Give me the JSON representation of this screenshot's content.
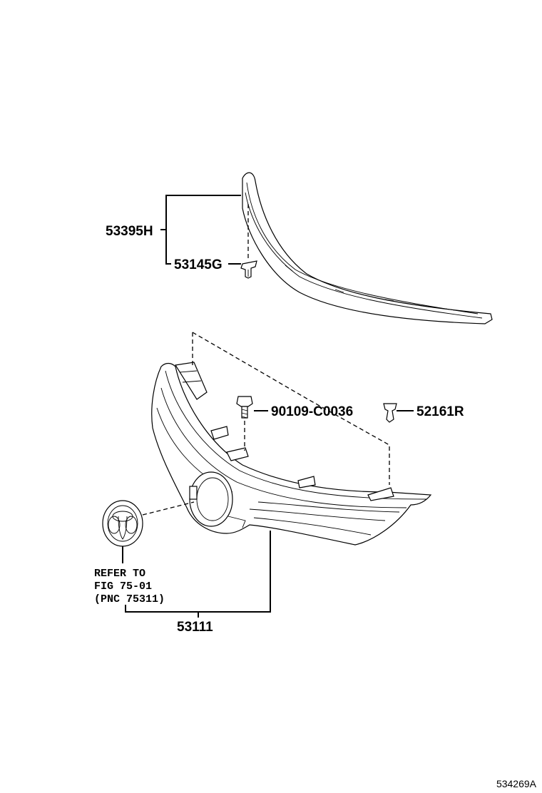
{
  "callouts": {
    "molding_assy": "53395H",
    "clip_molding": "53145G",
    "bolt": "90109-C0036",
    "retainer": "52161R",
    "grille": "53111"
  },
  "reference": {
    "line1": "REFER TO",
    "line2": "FIG 75-01",
    "line3": "(PNC 75311)"
  },
  "figure_id": "534269A"
}
